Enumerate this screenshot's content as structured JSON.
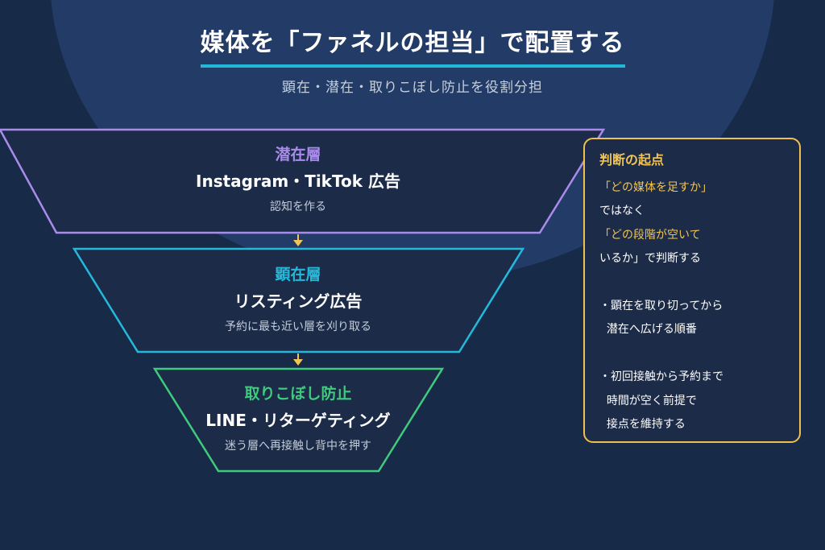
{
  "header": {
    "title": "媒体を「ファネルの担当」で配置する",
    "subtitle": "顕在・潜在・取りこぼし防止を役割分担"
  },
  "funnel": {
    "stages": [
      {
        "name": "潜在層",
        "media": "Instagram・TikTok 広告",
        "desc": "認知を作る",
        "color": "#a98bec"
      },
      {
        "name": "顕在層",
        "media": "リスティング広告",
        "desc": "予約に最も近い層を刈り取る",
        "color": "#24b9da"
      },
      {
        "name": "取りこぼし防止",
        "media": "LINE・リターゲティング",
        "desc": "迷う層へ再接触し背中を押す",
        "color": "#3fca7e"
      }
    ],
    "arrow_color": "#f3c452"
  },
  "panel": {
    "title": "判断の起点",
    "lines": [
      "「どの媒体を足すか」",
      "ではなく",
      "「どの段階が空いて",
      "いるか」で判断する",
      "",
      "・顕在を取り切ってから",
      "  潜在へ広げる順番",
      "",
      "・初回接触から予約まで",
      "  時間が空く前提で",
      "  接点を維持する"
    ],
    "highlight_lines": [
      0,
      2
    ],
    "border_color": "#f0c04f"
  }
}
